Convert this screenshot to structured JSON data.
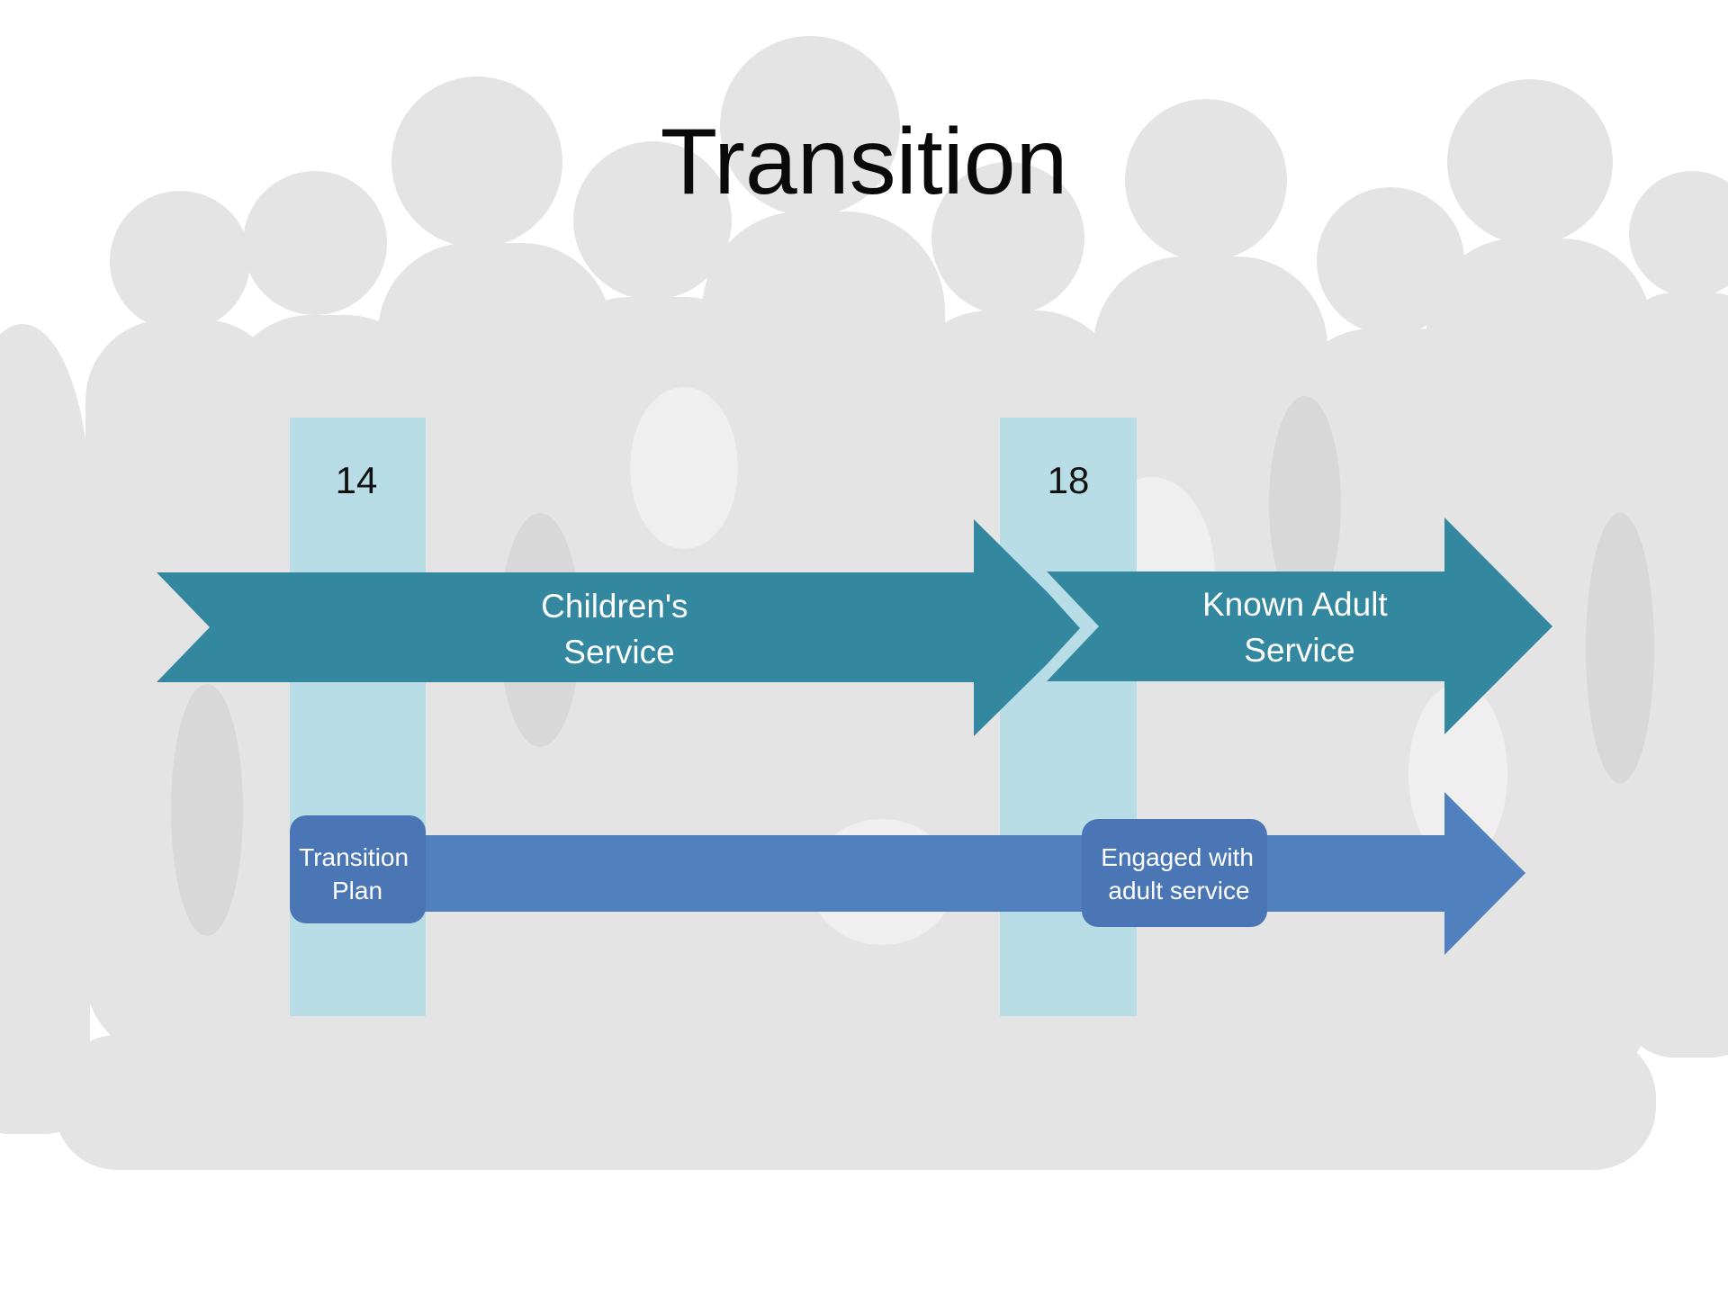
{
  "slide": {
    "title": "Transition"
  },
  "milestones": [
    {
      "age": "14"
    },
    {
      "age": "18"
    }
  ],
  "services": [
    {
      "label_lines": [
        "Children's",
        "Service"
      ]
    },
    {
      "label_lines": [
        "Known Adult",
        "Service"
      ]
    }
  ],
  "timeline": {
    "start_box": {
      "label_lines": [
        "Transition",
        "Plan"
      ]
    },
    "end_box": {
      "label_lines": [
        "Engaged with",
        "adult service"
      ]
    }
  },
  "colors": {
    "milestone_band": "#b8dde6",
    "service_arrow": "#33879e",
    "timeline_arrow": "#5080be",
    "timeline_box": "#4a76b6",
    "backdrop_silhouette": "#e4e4e4"
  }
}
